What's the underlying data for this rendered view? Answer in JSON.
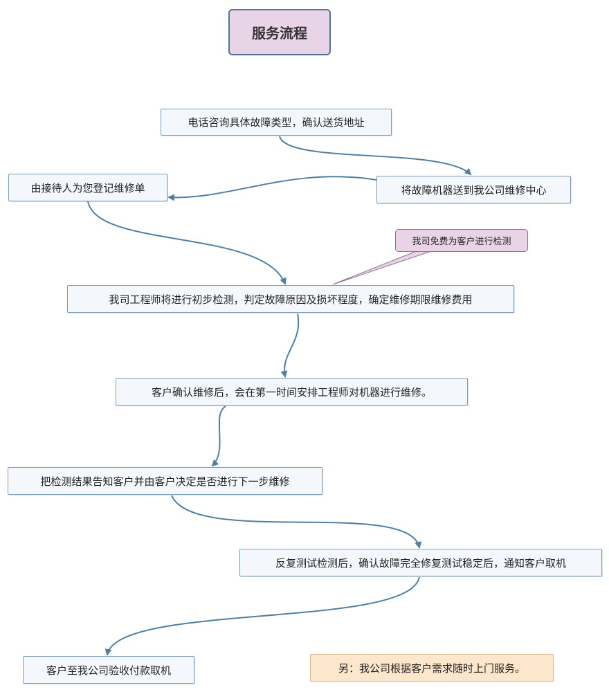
{
  "title": "服务流程",
  "steps": [
    "电话咨询具体故障类型，确认送货地址",
    "将故障机器送到我公司维修中心",
    "由接待人为您登记维修单",
    "我司工程师将进行初步检测，判定故障原因及损坏程度，确定维修期限维修费用",
    "客户确认维修后，会在第一时间安排工程师对机器进行维修。",
    "把检测结果告知客户并由客户决定是否进行下一步维修",
    "反复测试检测后，确认故障完全修复测试稳定后，通知客户取机",
    "客户至我公司验收付款取机"
  ],
  "callout": "我司免费为客户进行检测",
  "note": "另：我公司根据客户需求随时上门服务。",
  "colors": {
    "connector": "#4f7fa3",
    "node_fill": "#f4f8fc",
    "node_border": "#7c9db9",
    "title_fill": "#e8d4e6",
    "callout_fill": "#e8d4e6",
    "note_fill": "#fce6cc"
  }
}
